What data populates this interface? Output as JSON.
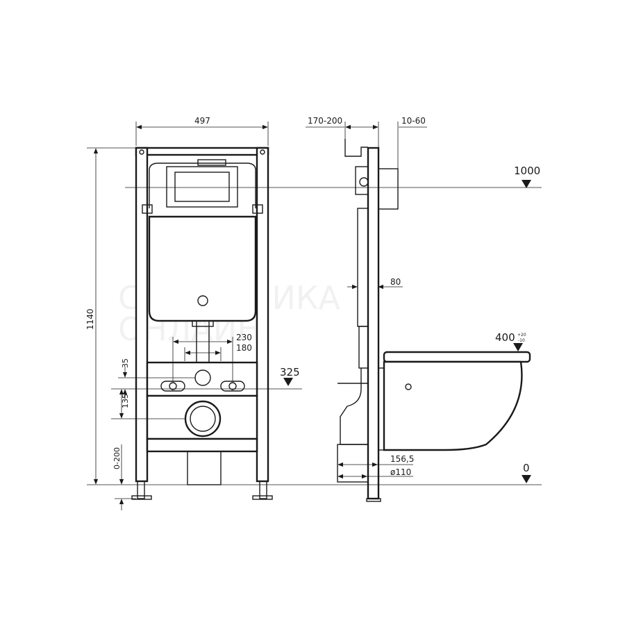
{
  "watermark": [
    "САНТЕХНИКА",
    "ОНЛАЙН"
  ],
  "dimensions": {
    "width": "497",
    "height": "1140",
    "depth_frame": "170-200",
    "wall_offset": "10-60",
    "flush_height": "1000",
    "profile": "80",
    "bolt_spacing_outer": "230",
    "bolt_spacing_inner": "180",
    "offset_35": "35",
    "inlet_height": "325",
    "offset_135": "135",
    "leg_range": "0-200",
    "seat_height": "400",
    "seat_tol_plus": "+20",
    "seat_tol_minus": "-10",
    "drain_offset": "156,5",
    "drain_diameter": "ø110",
    "floor_level": "0"
  }
}
